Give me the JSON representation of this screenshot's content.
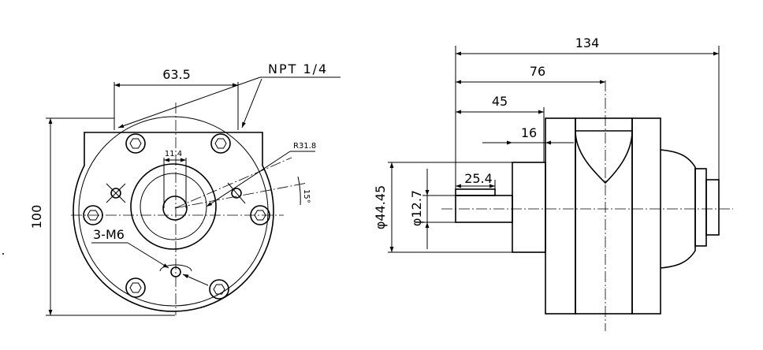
{
  "front_view": {
    "dim_width": "63.5",
    "dim_height": "100",
    "port_label": "NPT 1/4",
    "dim_offset": "11.4",
    "dim_radius": "R31.8",
    "dim_angle": "15°",
    "thread_label": "3-M6"
  },
  "side_view": {
    "dim_overall": "134",
    "dim_76": "76",
    "dim_45": "45",
    "dim_16": "16",
    "dim_25_4": "25.4",
    "dim_dia_44": "φ44.45",
    "dim_dia_12": "φ12.7"
  }
}
